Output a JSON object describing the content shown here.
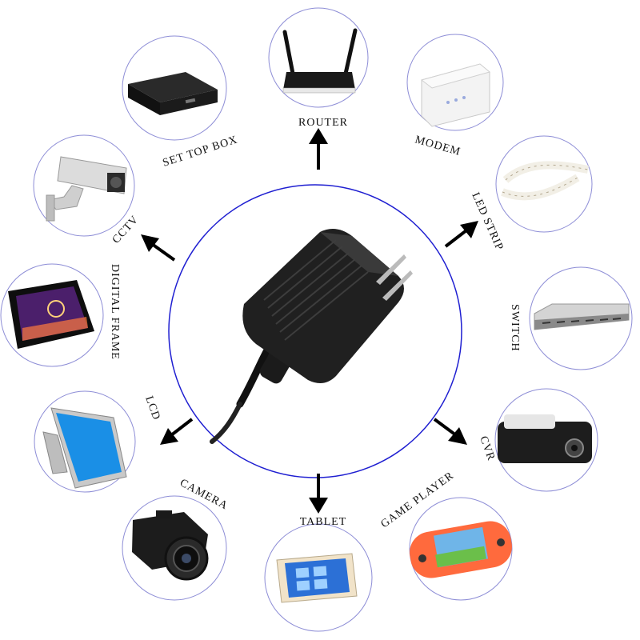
{
  "center": {
    "name": "Power Adapter",
    "icon": "power-adapter-icon"
  },
  "devices": [
    {
      "id": "router",
      "label": "ROUTER",
      "icon": "router-icon"
    },
    {
      "id": "modem",
      "label": "MODEM",
      "icon": "modem-icon"
    },
    {
      "id": "led-strip",
      "label": "LED STRIP",
      "icon": "led-strip-icon"
    },
    {
      "id": "switch",
      "label": "SWITCH",
      "icon": "network-switch-icon"
    },
    {
      "id": "cvr",
      "label": "CVR",
      "icon": "dash-camera-icon"
    },
    {
      "id": "game-player",
      "label": "GAME PLAYER",
      "icon": "handheld-console-icon"
    },
    {
      "id": "tablet",
      "label": "TABLET",
      "icon": "tablet-icon"
    },
    {
      "id": "camera",
      "label": "CAMERA",
      "icon": "camera-icon"
    },
    {
      "id": "lcd",
      "label": "LCD",
      "icon": "monitor-icon"
    },
    {
      "id": "digital-frame",
      "label": "DIGITAL FRAME",
      "icon": "photo-frame-icon"
    },
    {
      "id": "cctv",
      "label": "CCTV",
      "icon": "cctv-camera-icon"
    },
    {
      "id": "set-top-box",
      "label": "SET TOP BOX",
      "icon": "set-top-box-icon"
    }
  ]
}
